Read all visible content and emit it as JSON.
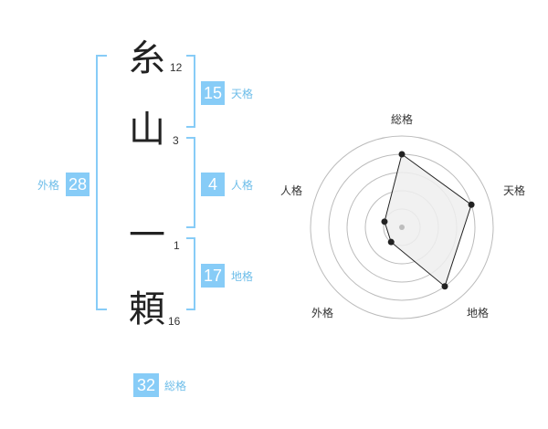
{
  "name": {
    "chars": [
      "糸",
      "山",
      "一",
      "頼"
    ],
    "strokes": [
      "12",
      "3",
      "1",
      "16"
    ]
  },
  "kakusu": {
    "tenkaku": {
      "value": "15",
      "label": "天格"
    },
    "jinkaku": {
      "value": "4",
      "label": "人格"
    },
    "chikaku": {
      "value": "17",
      "label": "地格"
    },
    "gaikaku": {
      "value": "28",
      "label": "外格"
    },
    "soukaku": {
      "value": "32",
      "label": "総格"
    }
  },
  "chart_data": {
    "type": "radar",
    "categories": [
      "総格",
      "天格",
      "地格",
      "外格",
      "人格"
    ],
    "values": [
      4,
      4,
      4,
      1,
      1
    ],
    "rmax": 5,
    "rings": 5,
    "colors": {
      "fill": "#efefef",
      "line": "#222222",
      "ring": "#bbbbbb",
      "center": "#bdbdbd"
    }
  }
}
